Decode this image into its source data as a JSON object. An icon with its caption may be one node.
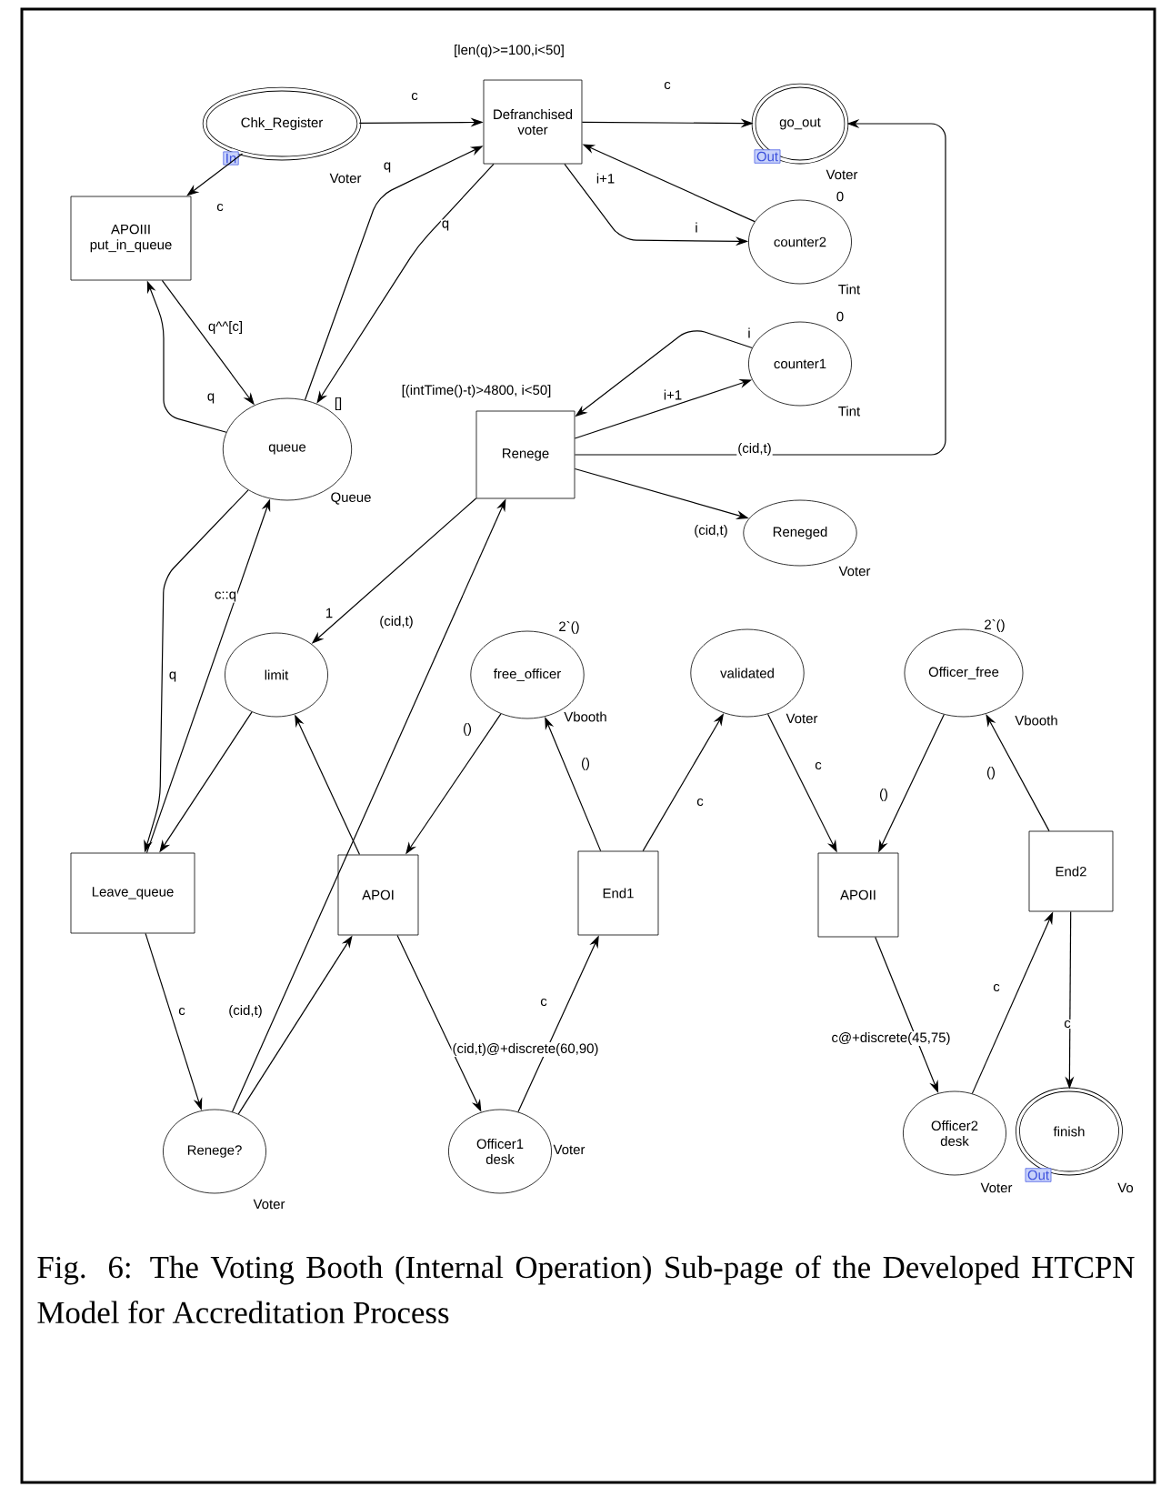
{
  "diagram": {
    "caption": "Fig. 6: The Voting Booth (Internal Operation) Sub-page of the Developed HTCPN Model for Accreditation Process",
    "nodes": [
      {
        "text": [
          "Chk_Register"
        ],
        "beside": [
          "In",
          "Voter"
        ]
      },
      {
        "text": [
          "Defranchised voter"
        ],
        "beside": [
          "[len(q)>=100,i<50]"
        ]
      },
      {
        "text": [
          "go_out"
        ],
        "beside": [
          "Out",
          "Voter"
        ]
      },
      {
        "text": [
          "APOIII put_in_queue"
        ]
      },
      {
        "text": [
          "counter2"
        ],
        "beside": [
          "0",
          "Tint"
        ]
      },
      {
        "text": [
          "queue"
        ],
        "beside": [
          "Queue"
        ]
      },
      {
        "text": [
          "Renege"
        ],
        "beside": [
          "[(intTime()-t)>4800, i<50]"
        ]
      },
      {
        "text": [
          "counter1"
        ],
        "beside": [
          "0",
          "Tint"
        ]
      },
      {
        "text": [
          "Reneged"
        ],
        "beside": [
          "Voter"
        ]
      },
      {
        "text": [
          "limit"
        ]
      },
      {
        "text": [
          "free_officer"
        ],
        "beside": [
          "2`()",
          "Vbooth"
        ]
      },
      {
        "text": [
          "validated"
        ],
        "beside": [
          "Voter"
        ]
      },
      {
        "text": [
          "Officer_free"
        ],
        "beside": [
          "2`()",
          "Vbooth"
        ]
      },
      {
        "text": [
          "Leave_queue"
        ]
      },
      {
        "text": [
          "APOI"
        ]
      },
      {
        "text": [
          "End1"
        ]
      },
      {
        "text": [
          "APOII"
        ]
      },
      {
        "text": [
          "End2"
        ]
      },
      {
        "text": [
          "Renege?"
        ],
        "beside": [
          "Voter"
        ]
      },
      {
        "text": [
          "Officer1 desk"
        ],
        "beside": [
          "Voter"
        ]
      },
      {
        "text": [
          "Officer2 desk"
        ],
        "beside": [
          "Voter"
        ]
      },
      {
        "text": [
          "finish"
        ],
        "beside": [
          "Out",
          "Vo"
        ]
      }
    ],
    "edges": [
      {
        "from": 0,
        "to": 1,
        "arrow": "to",
        "label": "c"
      },
      {
        "from": 0,
        "to": 3,
        "arrow": "to",
        "label": "c"
      },
      {
        "from": 1,
        "to": 2,
        "arrow": "to",
        "label": "c"
      },
      {
        "from": 4,
        "to": 1,
        "arrow": "to",
        "label": "i+1"
      },
      {
        "from": 1,
        "to": 4,
        "arrow": "to",
        "label": "i"
      },
      {
        "from": 5,
        "to": 1,
        "arrow": "to",
        "label": "q"
      },
      {
        "from": 1,
        "to": 5,
        "arrow": "to",
        "label": "q"
      },
      {
        "from": 3,
        "to": 5,
        "arrow": "to",
        "label": "q^^[c]"
      },
      {
        "from": 5,
        "to": 3,
        "arrow": "to",
        "label": "q"
      },
      {
        "from": 6,
        "to": 7,
        "arrow": "to",
        "label": "i+1"
      },
      {
        "from": 7,
        "to": 6,
        "arrow": "to",
        "label": "i"
      },
      {
        "from": 6,
        "to": 2,
        "arrow": "to",
        "label": "(cid,t)"
      },
      {
        "from": 6,
        "to": 8,
        "arrow": "to",
        "label": "(cid,t)"
      },
      {
        "from": 6,
        "to": 9,
        "arrow": "to",
        "label": "1"
      },
      {
        "from": 5,
        "to": 13,
        "arrow": "to",
        "label": "q"
      },
      {
        "from": 13,
        "to": 5,
        "arrow": "to",
        "label": "c::q"
      },
      {
        "from": 9,
        "to": 13,
        "arrow": "to"
      },
      {
        "from": 14,
        "to": 9,
        "arrow": "to"
      },
      {
        "from": 10,
        "to": 14,
        "arrow": "to",
        "label": "()"
      },
      {
        "from": 14,
        "to": 19,
        "arrow": "to",
        "label": "(cid,t)@+discrete(60,90)"
      },
      {
        "from": 19,
        "to": 15,
        "arrow": "to",
        "label": "c"
      },
      {
        "from": 15,
        "to": 10,
        "arrow": "to",
        "label": "()"
      },
      {
        "from": 15,
        "to": 11,
        "arrow": "to",
        "label": "c"
      },
      {
        "from": 11,
        "to": 16,
        "arrow": "to",
        "label": "c"
      },
      {
        "from": 12,
        "to": 16,
        "arrow": "to",
        "label": "()"
      },
      {
        "from": 16,
        "to": 20,
        "arrow": "to",
        "label": "c@+discrete(45,75)"
      },
      {
        "from": 20,
        "to": 17,
        "arrow": "to",
        "label": "c"
      },
      {
        "from": 17,
        "to": 12,
        "arrow": "to",
        "label": "()"
      },
      {
        "from": 17,
        "to": 21,
        "arrow": "to",
        "label": "c"
      },
      {
        "from": 13,
        "to": 18,
        "arrow": "to",
        "label": "c"
      },
      {
        "from": 18,
        "to": 14,
        "arrow": "to",
        "label": "(cid,t)"
      },
      {
        "from": 18,
        "to": 6,
        "arrow": "to",
        "label": "(cid,t)"
      }
    ],
    "labels": [
      "[]"
    ]
  }
}
